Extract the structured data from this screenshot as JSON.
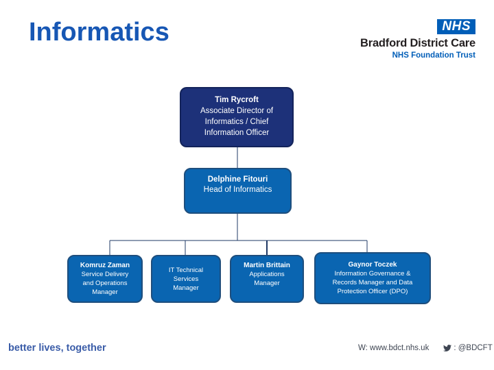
{
  "slide": {
    "title": "Informatics"
  },
  "logo": {
    "nhs": "NHS",
    "org": "Bradford District Care",
    "trust": "NHS Foundation Trust"
  },
  "org_chart": {
    "nodes": [
      {
        "name": "Tim Rycroft",
        "role": "Associate Director of\nInformatics / Chief\nInformation Officer"
      },
      {
        "name": "Delphine Fitouri",
        "role": "Head of Informatics"
      },
      {
        "name": "Komruz Zaman",
        "role": "Service Delivery\nand Operations\nManager"
      },
      {
        "name": "",
        "role": "IT Technical\nServices\nManager"
      },
      {
        "name": "Martin Brittain",
        "role": "Applications\nManager"
      },
      {
        "name": "Gaynor Toczek",
        "role": "Information Governance &\nRecords Manager and Data\nProtection Officer (DPO)"
      }
    ]
  },
  "footer": {
    "tagline": "better lives, together",
    "website": "W: www.bdct.nhs.uk",
    "twitter_handle": ": @BDCFT",
    "twitter_icon": "twitter-bird-icon"
  },
  "colors": {
    "title": "#1757b4",
    "nhs_blue": "#005EB8",
    "org_text": "#231f20",
    "top_fill": "#1d3179",
    "top_border": "#13235a",
    "node_fill": "#0a65b1",
    "node_border": "#1e4e7d",
    "line": "#1f3864",
    "tagline": "#3a5ca8",
    "footer_text": "#3e4552",
    "box_text": "#ffffff"
  }
}
